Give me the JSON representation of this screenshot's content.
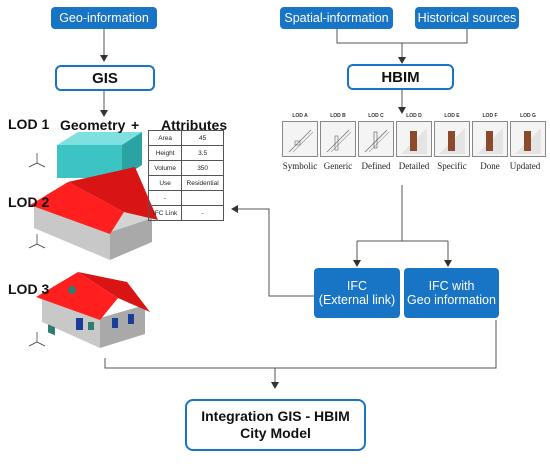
{
  "boxes": {
    "geo_information": "Geo-information",
    "spatial_information": "Spatial-information",
    "historical_sources": "Historical sources",
    "gis": "GIS",
    "hbim": "HBIM",
    "ifc_external_line1": "IFC",
    "ifc_external_line2": "(External link)",
    "ifc_geo_line1": "IFC with",
    "ifc_geo_line2": "Geo information",
    "integration_line1": "Integration GIS - HBIM",
    "integration_line2": "City Model"
  },
  "lod_labels": [
    "LOD 1",
    "LOD 2",
    "LOD 3"
  ],
  "headers": {
    "geometry": "Geometry",
    "plus": "+",
    "attributes": "Attributes"
  },
  "attributes_table": [
    [
      "Area",
      "45"
    ],
    [
      "Height",
      "3.5"
    ],
    [
      "Volume",
      "350"
    ],
    [
      "Use",
      "Residential"
    ],
    [
      "-",
      ""
    ],
    [
      "IFC Link",
      "-"
    ]
  ],
  "hbim_stages": [
    {
      "code": "LOD A",
      "name": "Symbolic"
    },
    {
      "code": "LOD B",
      "name": "Generic"
    },
    {
      "code": "LOD C",
      "name": "Defined"
    },
    {
      "code": "LOD D",
      "name": "Detailed"
    },
    {
      "code": "LOD E",
      "name": "Specific"
    },
    {
      "code": "LOD F",
      "name": "Done"
    },
    {
      "code": "LOD G",
      "name": "Updated"
    }
  ],
  "colors": {
    "box_blue": "#1874c4",
    "roof_red": "#ee1c1c",
    "box_teal": "#3cc4c4",
    "wall_gray": "#c8c8c8",
    "door_brown": "#8b4a2b"
  }
}
